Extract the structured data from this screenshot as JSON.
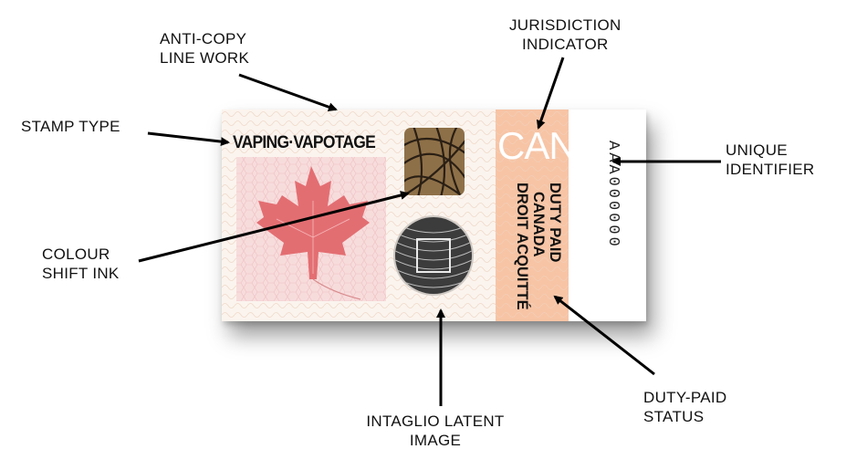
{
  "stamp": {
    "type_text": "VAPING·VAPOTAGE",
    "jurisdiction_code": "CAN",
    "duty_lines": [
      "DUTY PAID",
      "CANADA",
      "DROIT ACQUITTÉ"
    ],
    "unique_id": "AAA000000",
    "colors": {
      "paper": "#fbf4ee",
      "duty_band": "#f7c4a5",
      "leaf": "#e36e72",
      "leaf_bg": "#f5d3d3",
      "colour_shift_ink": "#8e7048"
    }
  },
  "callouts": {
    "anti_copy": [
      "ANTI-COPY",
      "LINE WORK"
    ],
    "jurisdiction": [
      "JURISDICTION",
      "INDICATOR"
    ],
    "stamp_type": [
      "STAMP TYPE"
    ],
    "unique_identifier": [
      "UNIQUE",
      "IDENTIFIER"
    ],
    "colour_shift": [
      "COLOUR",
      "SHIFT INK"
    ],
    "duty_paid": [
      "DUTY-PAID",
      "STATUS"
    ],
    "intaglio": [
      "INTAGLIO LATENT",
      "IMAGE"
    ]
  }
}
